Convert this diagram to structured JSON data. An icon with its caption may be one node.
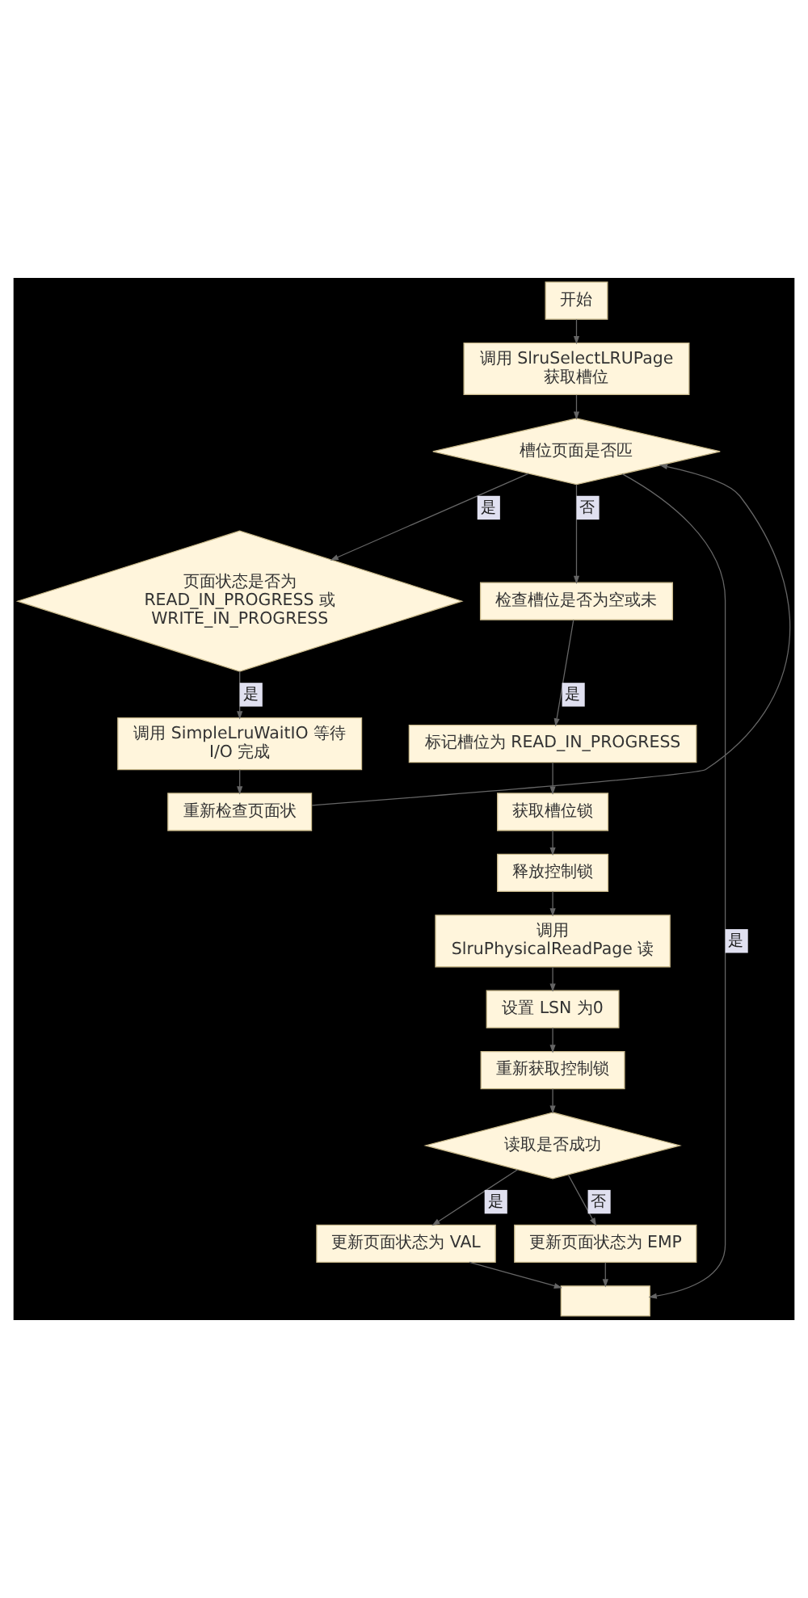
{
  "diagram": {
    "nodes": [
      {
        "text": [
          "开始"
        ]
      },
      {
        "text": [
          "调用 SlruSelectLRUPage 获取槽位"
        ]
      },
      {
        "text": [
          "槽位页面是否匹"
        ]
      },
      {
        "text": [
          "页面状态是否为 READ_IN_PROGRESS 或 WRITE_IN_PROGRESS"
        ]
      },
      {
        "text": [
          "调用 SimpleLruWaitIO 等待 I/O 完成"
        ]
      },
      {
        "text": [
          "重新检查页面状"
        ]
      },
      {
        "text": [
          "检查槽位是否为空或未"
        ]
      },
      {
        "text": [
          "标记槽位为 READ_IN_PROGRESS"
        ]
      },
      {
        "text": [
          "获取槽位锁"
        ]
      },
      {
        "text": [
          "释放控制锁"
        ]
      },
      {
        "text": [
          "调用 SlruPhysicalReadPage 读"
        ]
      },
      {
        "text": [
          "设置 LSN 为0"
        ]
      },
      {
        "text": [
          "重新获取控制锁"
        ]
      },
      {
        "text": [
          "读取是否成功"
        ]
      },
      {
        "text": [
          "更新页面状态为 VAL"
        ]
      },
      {
        "text": [
          "更新页面状态为 EMP"
        ]
      },
      {
        "text": [],
        "shape": "box"
      }
    ],
    "edges": [
      {
        "from": 0,
        "to": 1,
        "arrow": "to"
      },
      {
        "from": 1,
        "to": 2,
        "arrow": "to"
      },
      {
        "from": 2,
        "to": 3,
        "arrow": "to",
        "label": "是"
      },
      {
        "from": 2,
        "to": 6,
        "arrow": "to",
        "label": "否"
      },
      {
        "from": 2,
        "to": 16,
        "arrow": "to",
        "label": "是"
      },
      {
        "from": 3,
        "to": 4,
        "arrow": "to",
        "label": "是"
      },
      {
        "from": 4,
        "to": 5,
        "arrow": "to"
      },
      {
        "from": 5,
        "to": 2,
        "arrow": "to"
      },
      {
        "from": 6,
        "to": 7,
        "arrow": "to",
        "label": "是"
      },
      {
        "from": 7,
        "to": 8,
        "arrow": "to"
      },
      {
        "from": 8,
        "to": 9,
        "arrow": "to"
      },
      {
        "from": 9,
        "to": 10,
        "arrow": "to"
      },
      {
        "from": 10,
        "to": 11,
        "arrow": "to"
      },
      {
        "from": 11,
        "to": 12,
        "arrow": "to"
      },
      {
        "from": 12,
        "to": 13,
        "arrow": "to"
      },
      {
        "from": 13,
        "to": 14,
        "arrow": "to",
        "label": "是"
      },
      {
        "from": 13,
        "to": 15,
        "arrow": "to",
        "label": "否"
      },
      {
        "from": 14,
        "to": 16,
        "arrow": "to"
      },
      {
        "from": 15,
        "to": 16,
        "arrow": "to"
      }
    ]
  }
}
